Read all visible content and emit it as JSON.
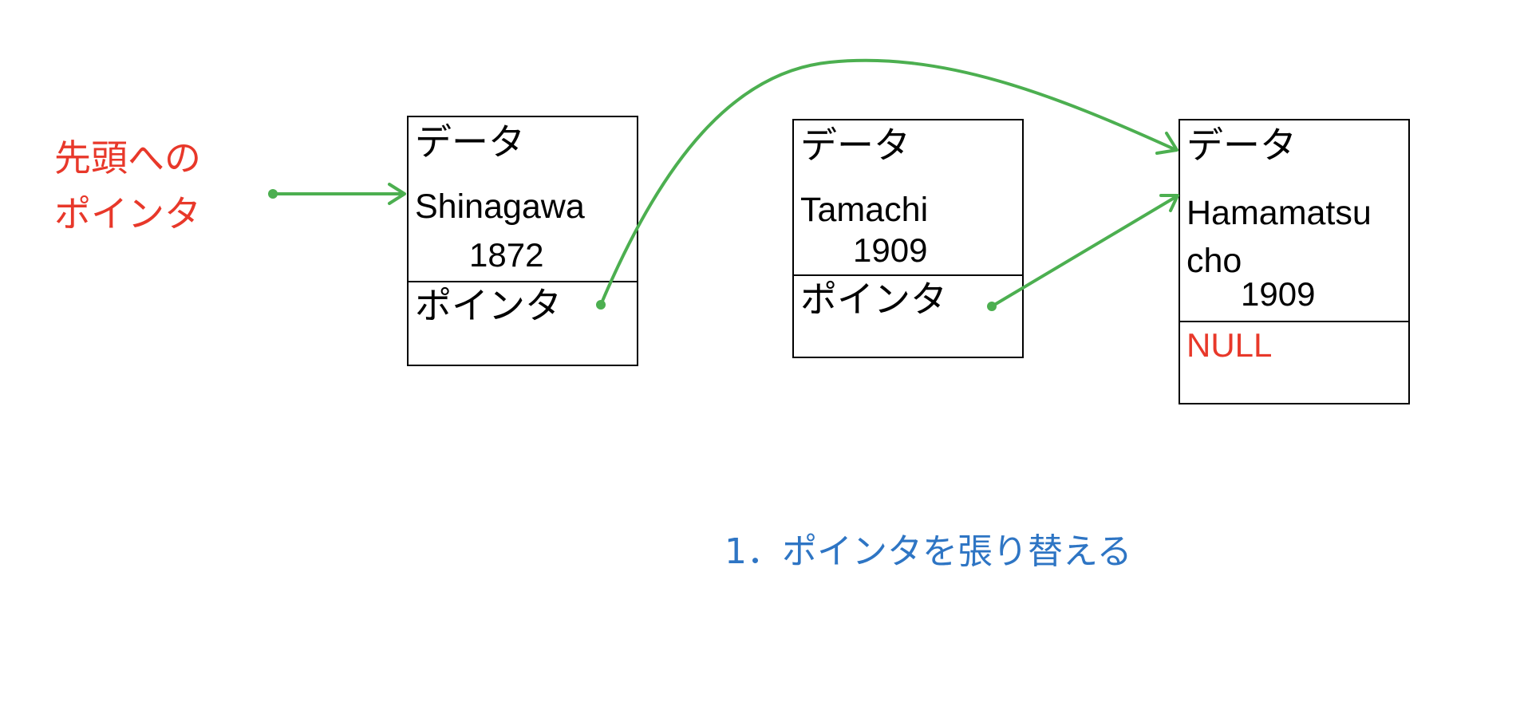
{
  "diagram": {
    "type": "linked-list",
    "head_label": {
      "line1": "先頭への",
      "line2": "ポインタ",
      "color": "#e8382a"
    },
    "nodes": [
      {
        "id": "shinagawa",
        "data_label": "データ",
        "name": "Shinagawa",
        "year": "1872",
        "pointer_label": "ポインタ",
        "pointer_color": "#000000"
      },
      {
        "id": "tamachi",
        "data_label": "データ",
        "name": "Tamachi",
        "year": "1909",
        "pointer_label": "ポインタ",
        "pointer_color": "#000000"
      },
      {
        "id": "hamamatsucho",
        "data_label": "データ",
        "name": "Hamamatsu\ncho",
        "year": "1909",
        "pointer_label": "NULL",
        "pointer_color": "#e8382a"
      }
    ],
    "edges": [
      {
        "from": "head",
        "to": "shinagawa",
        "style": "straight"
      },
      {
        "from": "shinagawa.pointer",
        "to": "hamamatsucho",
        "style": "curved"
      },
      {
        "from": "tamachi.pointer",
        "to": "hamamatsucho",
        "style": "straight"
      }
    ],
    "caption": {
      "text": "1．ポインタを張り替える",
      "color": "#2e75c4"
    },
    "colors": {
      "arrow": "#4caf50",
      "box_border": "#000000",
      "text": "#000000"
    }
  }
}
